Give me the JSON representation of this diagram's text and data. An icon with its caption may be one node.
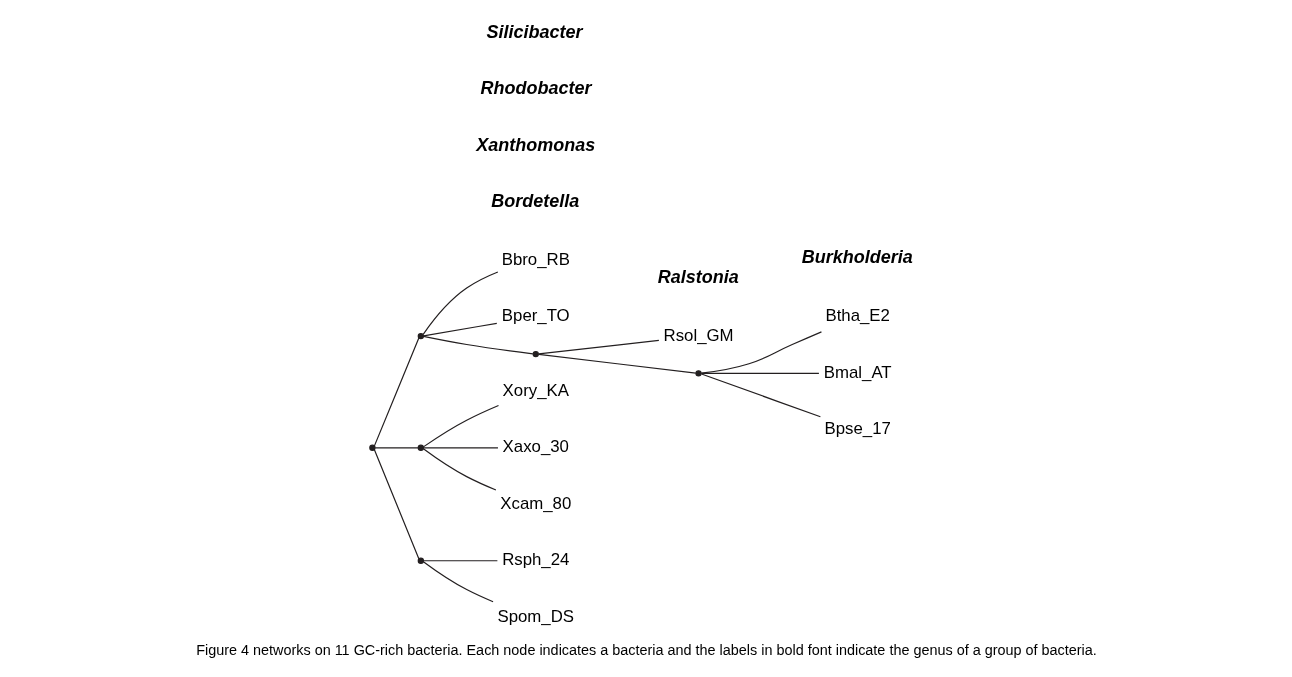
{
  "diagram": {
    "caption": "Figure 4 networks on 11 GC-rich bacteria. Each node indicates a bacteria and the labels in bold font indicate the genus of a group of bacteria.",
    "nodes": [
      {
        "text": [
          "Btha_E2"
        ]
      },
      {
        "text": [
          "Bmal_AT"
        ]
      },
      {
        "text": [
          "Bpse_17"
        ]
      },
      {
        "text": [
          "Rsol_GM"
        ]
      },
      {
        "text": [
          "Bbro_RB"
        ]
      },
      {
        "text": [
          "Bper_TO"
        ]
      },
      {
        "text": [
          "Xory_KA"
        ]
      },
      {
        "text": [
          "Xaxo_30"
        ]
      },
      {
        "text": [
          "Xcam_80"
        ]
      },
      {
        "text": [
          "Rsph_24"
        ]
      },
      {
        "text": [
          "Spom_DS"
        ]
      },
      {
        "text": [],
        "shape": "point"
      },
      {
        "text": [],
        "shape": "point"
      },
      {
        "text": [],
        "shape": "point"
      },
      {
        "text": [],
        "shape": "point"
      },
      {
        "text": [],
        "shape": "point"
      },
      {
        "text": [],
        "shape": "point"
      }
    ],
    "edges": [
      {
        "from": 11,
        "to": 0,
        "arrow": "none"
      },
      {
        "from": 11,
        "to": 1,
        "arrow": "none"
      },
      {
        "from": 11,
        "to": 2,
        "arrow": "none"
      },
      {
        "from": 12,
        "to": 11,
        "arrow": "none"
      },
      {
        "from": 12,
        "to": 3,
        "arrow": "none"
      },
      {
        "from": 13,
        "to": 12,
        "arrow": "none"
      },
      {
        "from": 13,
        "to": 4,
        "arrow": "none"
      },
      {
        "from": 13,
        "to": 5,
        "arrow": "none"
      },
      {
        "from": 14,
        "to": 13,
        "arrow": "none"
      },
      {
        "from": 14,
        "to": 15,
        "arrow": "none"
      },
      {
        "from": 15,
        "to": 6,
        "arrow": "none"
      },
      {
        "from": 15,
        "to": 7,
        "arrow": "none"
      },
      {
        "from": 15,
        "to": 8,
        "arrow": "none"
      },
      {
        "from": 14,
        "to": 16,
        "arrow": "none"
      },
      {
        "from": 16,
        "to": 9,
        "arrow": "none"
      },
      {
        "from": 16,
        "to": 10,
        "arrow": "none"
      }
    ],
    "labels": [
      "Burkholderia",
      "Ralstonia",
      "Bordetella",
      "Xanthomonas",
      "Rhodobacter",
      "Silicibacter"
    ]
  }
}
